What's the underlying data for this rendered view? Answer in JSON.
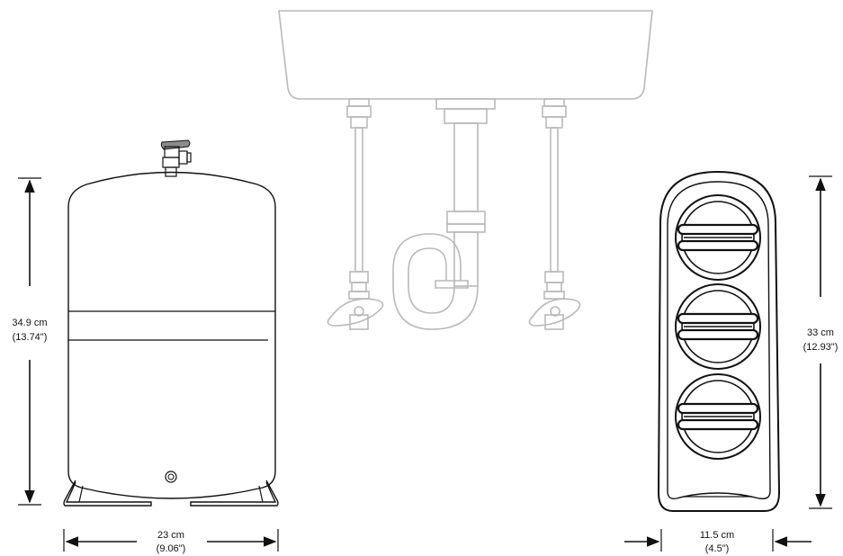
{
  "tank": {
    "height_cm": "34.9 cm",
    "height_in": "(13.74\")",
    "width_cm": "23 cm",
    "width_in": "(9.06\")"
  },
  "filter_unit": {
    "height_cm": "33 cm",
    "height_in": "(12.93\")",
    "width_cm": "11.5 cm",
    "width_in": "(4.5\")"
  },
  "colors": {
    "outline": "#111111",
    "sink_outline": "#b9b9b9",
    "valve_handle": "#8c8c8c"
  }
}
